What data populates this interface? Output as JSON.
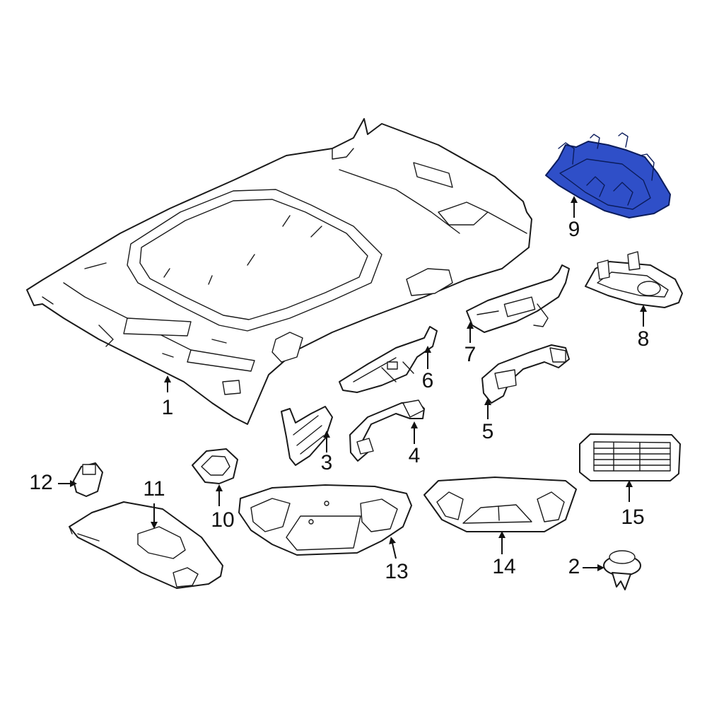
{
  "highlight_color": "#2f4fc8",
  "callouts": [
    {
      "id": "part-1",
      "number": "1"
    },
    {
      "id": "part-2",
      "number": "2"
    },
    {
      "id": "part-3",
      "number": "3"
    },
    {
      "id": "part-4",
      "number": "4"
    },
    {
      "id": "part-5",
      "number": "5"
    },
    {
      "id": "part-6",
      "number": "6"
    },
    {
      "id": "part-7",
      "number": "7"
    },
    {
      "id": "part-8",
      "number": "8"
    },
    {
      "id": "part-9",
      "number": "9",
      "highlighted": true
    },
    {
      "id": "part-10",
      "number": "10"
    },
    {
      "id": "part-11",
      "number": "11"
    },
    {
      "id": "part-12",
      "number": "12"
    },
    {
      "id": "part-13",
      "number": "13"
    },
    {
      "id": "part-14",
      "number": "14"
    },
    {
      "id": "part-15",
      "number": "15"
    }
  ]
}
